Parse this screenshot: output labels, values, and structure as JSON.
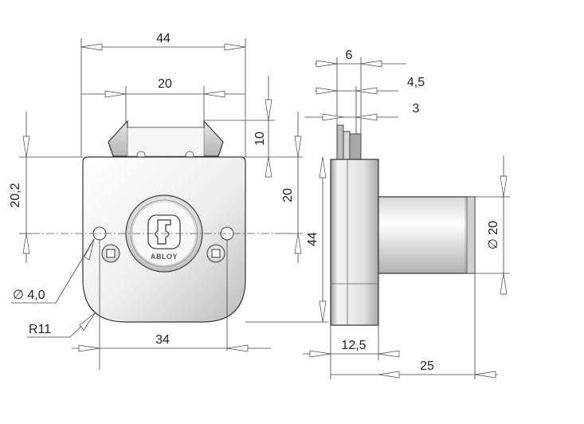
{
  "dimensions": {
    "top_width": "44",
    "latch_width": "20",
    "latch_height": "10",
    "left_height": "20,2",
    "right_height_20": "20",
    "total_height": "44",
    "hole_diameter": "∅ 4,0",
    "radius": "R11",
    "bottom_width": "34",
    "side_6": "6",
    "side_4_5": "4,5",
    "side_3": "3",
    "cylinder_diameter": "∅ 20",
    "side_12_5": "12,5",
    "side_25": "25"
  },
  "logo": {
    "text": "ABLOY"
  },
  "colors": {
    "metal_light": "#f2f2f2",
    "metal_mid": "#c8c8c8",
    "metal_dark": "#8a8a8a",
    "line": "#444444"
  }
}
